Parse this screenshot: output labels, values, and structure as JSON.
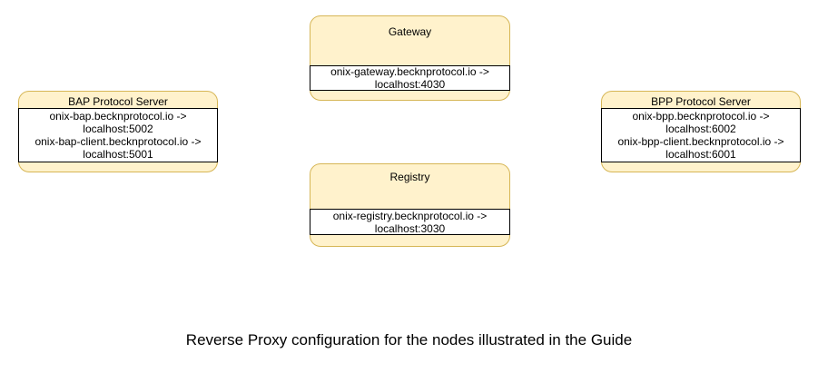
{
  "diagram": {
    "caption": "Reverse Proxy configuration for the nodes illustrated in the Guide",
    "colors": {
      "node_fill": "#FFF2CC",
      "node_border": "#D6B656",
      "mapping_fill": "#FFFFFF",
      "mapping_border": "#000000",
      "text": "#000000",
      "background": "#FFFFFF"
    },
    "nodes": [
      {
        "id": "gateway",
        "title": "Gateway",
        "lines": [
          "onix-gateway.becknprotocol.io ->",
          "localhost:4030"
        ]
      },
      {
        "id": "bap-protocol-server",
        "title": "BAP Protocol Server",
        "lines": [
          "onix-bap.becknprotocol.io ->",
          "localhost:5002",
          "onix-bap-client.becknprotocol.io ->",
          "localhost:5001"
        ]
      },
      {
        "id": "bpp-protocol-server",
        "title": "BPP Protocol Server",
        "lines": [
          "onix-bpp.becknprotocol.io ->",
          "localhost:6002",
          "onix-bpp-client.becknprotocol.io ->",
          "localhost:6001"
        ]
      },
      {
        "id": "registry",
        "title": "Registry",
        "lines": [
          "onix-registry.becknprotocol.io ->",
          "localhost:3030"
        ]
      }
    ]
  }
}
